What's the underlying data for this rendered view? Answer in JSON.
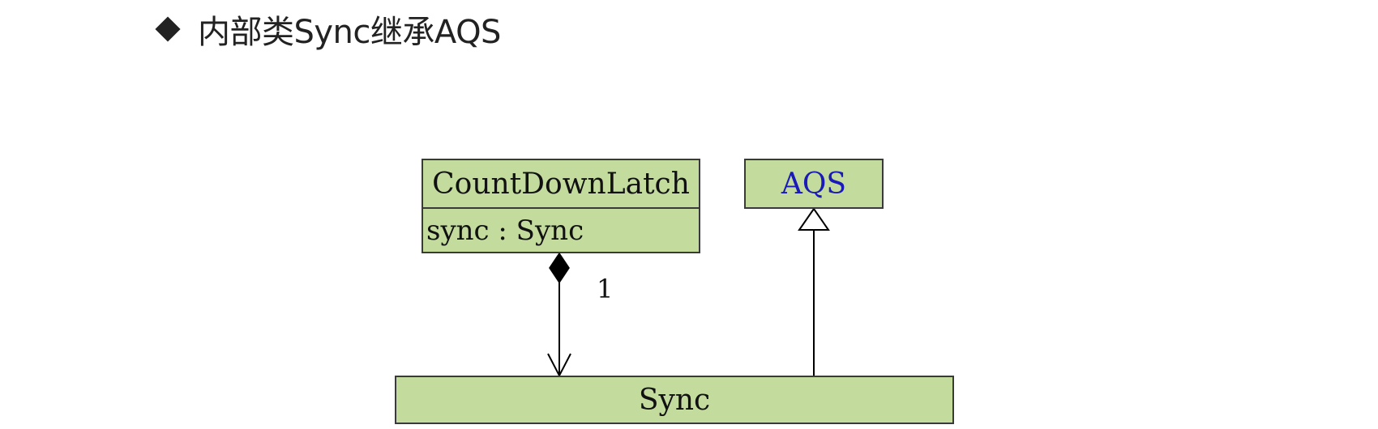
{
  "slide": {
    "heading": "内部类Sync继承AQS"
  },
  "diagram": {
    "classes": {
      "countdownlatch": {
        "name": "CountDownLatch",
        "attribute": "sync : Sync"
      },
      "aqs": {
        "name": "AQS"
      },
      "sync": {
        "name": "Sync"
      }
    },
    "relations": {
      "composition": {
        "from": "CountDownLatch",
        "to": "Sync",
        "multiplicity": "1"
      },
      "generalization": {
        "from": "Sync",
        "to": "AQS"
      }
    }
  }
}
